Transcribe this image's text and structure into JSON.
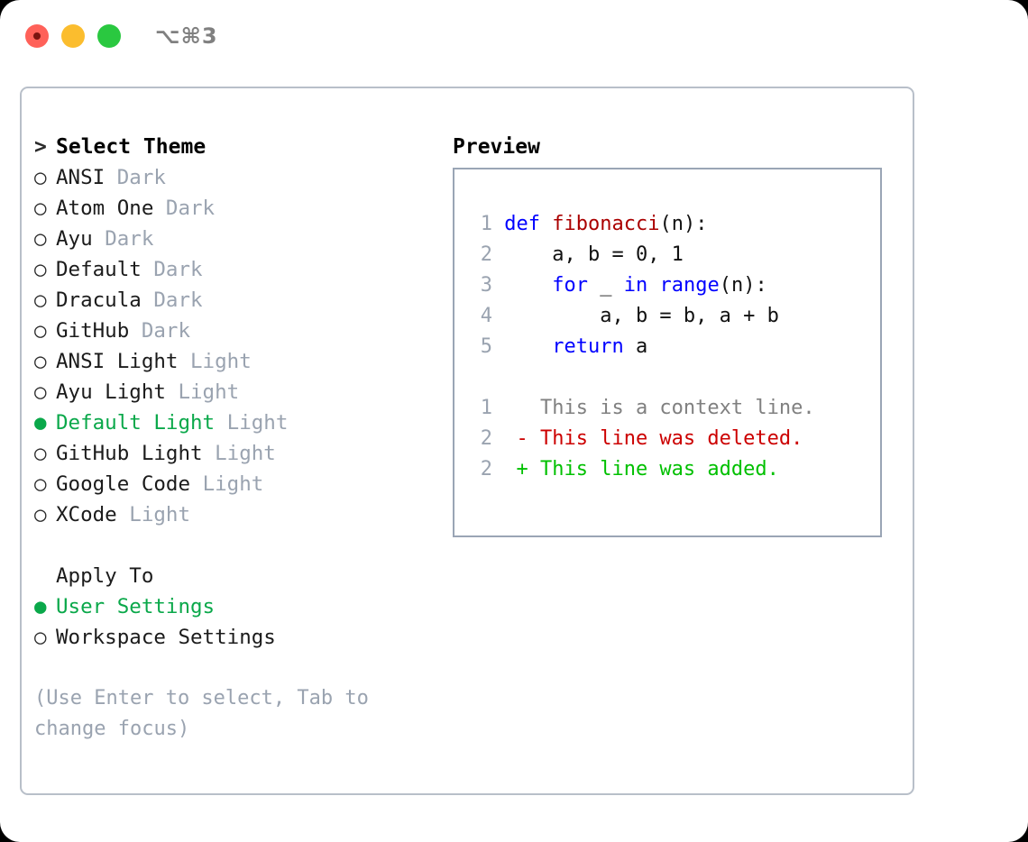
{
  "titlebar": {
    "shortcut": "⌥⌘3",
    "buttons": [
      "close",
      "minimize",
      "maximize"
    ]
  },
  "theme_picker": {
    "header": "Select Theme",
    "header_marker": ">",
    "unselected_marker": "○",
    "selected_marker": "●",
    "accent_color": "#0aa84a",
    "tag_color": "#9aa3b0",
    "items": [
      {
        "name": "ANSI",
        "tag": "Dark",
        "selected": false
      },
      {
        "name": "Atom One",
        "tag": "Dark",
        "selected": false
      },
      {
        "name": "Ayu",
        "tag": "Dark",
        "selected": false
      },
      {
        "name": "Default",
        "tag": "Dark",
        "selected": false
      },
      {
        "name": "Dracula",
        "tag": "Dark",
        "selected": false
      },
      {
        "name": "GitHub",
        "tag": "Dark",
        "selected": false
      },
      {
        "name": "ANSI Light",
        "tag": "Light",
        "selected": false
      },
      {
        "name": "Ayu Light",
        "tag": "Light",
        "selected": false
      },
      {
        "name": "Default Light",
        "tag": "Light",
        "selected": true
      },
      {
        "name": "GitHub Light",
        "tag": "Light",
        "selected": false
      },
      {
        "name": "Google Code",
        "tag": "Light",
        "selected": false
      },
      {
        "name": "XCode",
        "tag": "Light",
        "selected": false
      }
    ]
  },
  "apply_to": {
    "title": "Apply To",
    "options": [
      {
        "label": "User Settings",
        "selected": true
      },
      {
        "label": "Workspace Settings",
        "selected": false
      }
    ]
  },
  "hint": "(Use Enter to select, Tab to change focus)",
  "preview": {
    "title": "Preview",
    "code": [
      {
        "ln": "1",
        "tokens": [
          {
            "t": "def ",
            "c": "kw"
          },
          {
            "t": "fibonacci",
            "c": "fn"
          },
          {
            "t": "(n):",
            "c": "plain"
          }
        ]
      },
      {
        "ln": "2",
        "tokens": [
          {
            "t": "    a, b = 0, 1",
            "c": "plain"
          }
        ]
      },
      {
        "ln": "3",
        "tokens": [
          {
            "t": "    ",
            "c": "plain"
          },
          {
            "t": "for",
            "c": "kw"
          },
          {
            "t": " _ ",
            "c": "plain"
          },
          {
            "t": "in",
            "c": "kw"
          },
          {
            "t": " ",
            "c": "plain"
          },
          {
            "t": "range",
            "c": "kw"
          },
          {
            "t": "(n):",
            "c": "plain"
          }
        ]
      },
      {
        "ln": "4",
        "tokens": [
          {
            "t": "        a, b = b, a + b",
            "c": "plain"
          }
        ]
      },
      {
        "ln": "5",
        "tokens": [
          {
            "t": "    ",
            "c": "plain"
          },
          {
            "t": "return",
            "c": "kw"
          },
          {
            "t": " a",
            "c": "plain"
          }
        ]
      }
    ],
    "diff": [
      {
        "ln": "1",
        "prefix": "  ",
        "text": "This is a context line.",
        "kind": "ctx"
      },
      {
        "ln": "2",
        "prefix": "- ",
        "text": "This line was deleted.",
        "kind": "del"
      },
      {
        "ln": "2",
        "prefix": "+ ",
        "text": "This line was added.",
        "kind": "add"
      }
    ],
    "colors": {
      "keyword": "#0000ff",
      "function": "#aa0000",
      "plain": "#111111",
      "line_number": "#9aa3b0",
      "context": "#808080",
      "deleted": "#cc0000",
      "added": "#00c000"
    }
  }
}
